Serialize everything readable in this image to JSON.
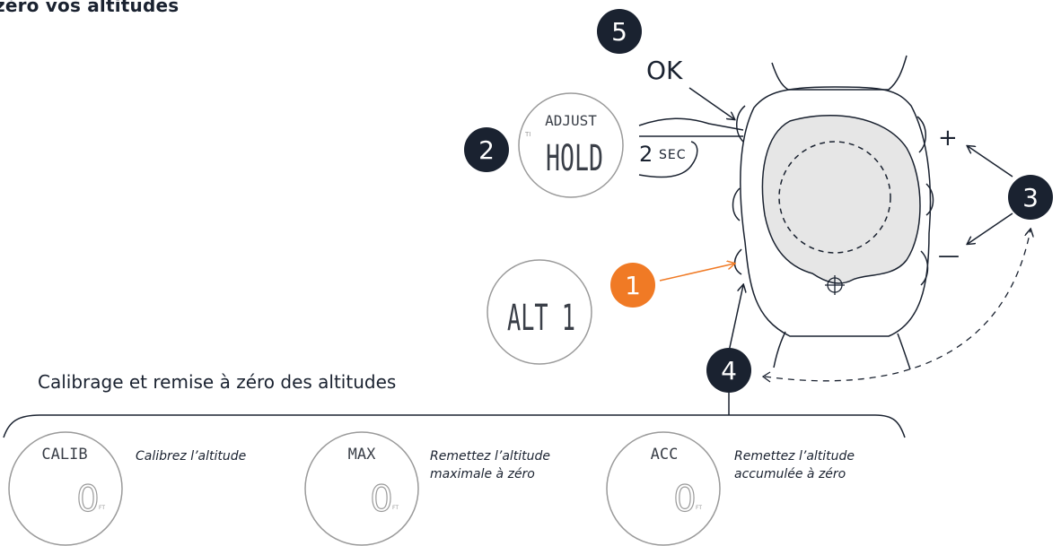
{
  "heading": {
    "top_title": "zéro vos altitudes",
    "section_title": "Calibrage et remise à zéro des altitudes"
  },
  "steps": {
    "s1": "1",
    "s2": "2",
    "s3": "3",
    "s4": "4",
    "s5": "5"
  },
  "labels": {
    "ok": "OK",
    "two_sec": "2",
    "sec": "SEC",
    "plus": "+",
    "minus": "—"
  },
  "displays": {
    "adjust": {
      "top": "ADJUST",
      "main": "HOLD",
      "small": "TI"
    },
    "alt": {
      "main": "ALT 1"
    },
    "calib": {
      "top": "CALIB",
      "value": "0",
      "unit": "FT",
      "caption_1": "Calibrez l’altitude"
    },
    "max": {
      "top": "MAX",
      "value": "0",
      "unit": "FT",
      "caption_1": "Remettez l’altitude",
      "caption_2": "maximale à zéro"
    },
    "acc": {
      "top": "ACC",
      "value": "0",
      "unit": "FT",
      "caption_1": "Remettez l’altitude",
      "caption_2": "accumulée à zéro"
    }
  },
  "colors": {
    "dark": "#1a2230",
    "accent": "#f07a25",
    "dial": "#e6e6e6",
    "lcd_gray": "#9a9a9a"
  }
}
